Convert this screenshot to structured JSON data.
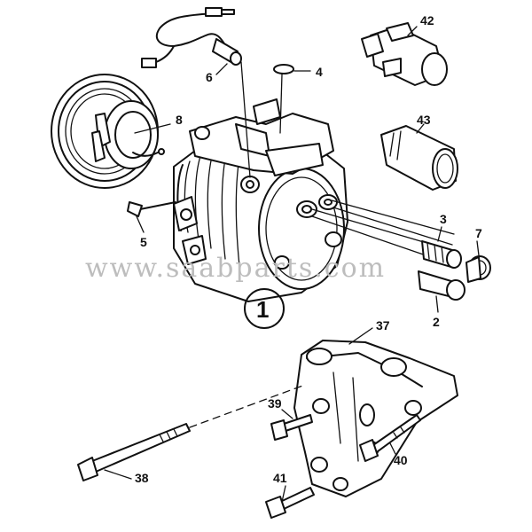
{
  "watermark": "www.saabparts.com",
  "assembly_number": "1",
  "callouts": {
    "c2": "2",
    "c3": "3",
    "c4": "4",
    "c5": "5",
    "c6": "6",
    "c7": "7",
    "c8": "8",
    "c37": "37",
    "c38": "38",
    "c39": "39",
    "c40": "40",
    "c41": "41",
    "c42": "42",
    "c43": "43"
  }
}
